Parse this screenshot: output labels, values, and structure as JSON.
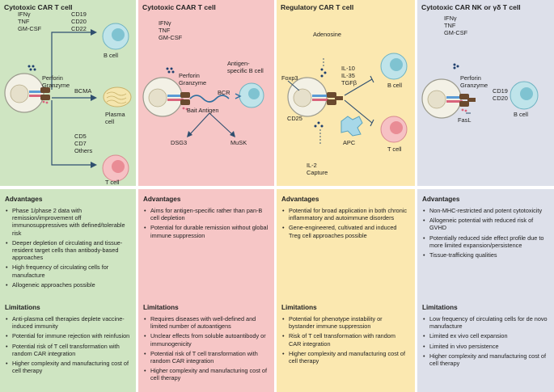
{
  "panels": [
    {
      "title": "Cytotoxic CAR T cell",
      "labels": {
        "cytokines": [
          "IFNγ",
          "TNF",
          "GM-CSF"
        ],
        "perforin": [
          "Perforin",
          "Granzyme"
        ],
        "targets_b": [
          "CD19",
          "CD20",
          "CD22"
        ],
        "b_cell": "B cell",
        "bcma": "BCMA",
        "plasma_cell": [
          "Plasma",
          "cell"
        ],
        "targets_t": [
          "CD5",
          "CD7",
          "Others"
        ],
        "t_cell": "T cell"
      },
      "advantages_heading": "Advantages",
      "advantages": [
        "Phase 1/phase 2 data with remission/improvement off immunosuppressives with defined/tolerable risk",
        "Deeper depletion of circulating and tissue-resident target cells than antibody-based approaches",
        "High frequency of circulating cells for manufacture",
        "Allogeneic approaches possible"
      ],
      "limitations_heading": "Limitations",
      "limitations": [
        "Anti-plasma cell therapies deplete vaccine-induced immunity",
        "Potential for immune rejection with reinfusion",
        "Potential risk of T cell transformation with random CAR integration",
        "Higher complexity and manufacturing cost of cell therapy"
      ]
    },
    {
      "title": "Cytotoxic CAAR T cell",
      "labels": {
        "cytokines": [
          "IFNγ",
          "TNF",
          "GM-CSF"
        ],
        "perforin": [
          "Perforin",
          "Granzyme"
        ],
        "antigen_b": [
          "Antigen-",
          "specific B cell"
        ],
        "bcr": "BCR",
        "bait": "Bait Antigen",
        "dsg3": "DSG3",
        "musk": "MuSK"
      },
      "advantages_heading": "Advantages",
      "advantages": [
        "Aims for antigen-specific rather than pan-B cell depletion",
        "Potential for durable remission without global immune suppression"
      ],
      "limitations_heading": "Limitations",
      "limitations": [
        "Requires diseases with well-defined and limited number of autoantigens",
        "Unclear effects from soluble autoantibody or immunogenicity",
        "Potential risk of T cell transformation with random CAR integration",
        "Higher complexity and manufacturing cost of cell therapy"
      ]
    },
    {
      "title": "Regulatory CAR T cell",
      "labels": {
        "adenosine": "Adenosine",
        "foxp3": "Foxp3",
        "il": [
          "IL-10",
          "IL-35",
          "TGFβ"
        ],
        "b_cell": "B cell",
        "cd25": "CD25",
        "apc": "APC",
        "il2": [
          "IL-2",
          "Capture"
        ],
        "t_cell": "T cell"
      },
      "advantages_heading": "Advantages",
      "advantages": [
        "Potential for broad application in both chronic inflammatory and autoimmune disorders",
        "Gene-engineered, cultivated and induced Treg cell approaches possible"
      ],
      "limitations_heading": "Limitations",
      "limitations": [
        "Potential for phenotype instability or bystander immune suppression",
        "Risk of T cell transformation with random CAR integration",
        "Higher complexity and manufacturing cost of cell therapy"
      ]
    },
    {
      "title": "Cytotoxic CAR NK or γδ T cell",
      "labels": {
        "cytokines": [
          "IFNγ",
          "TNF",
          "GM-CSF"
        ],
        "perforin": [
          "Perforin",
          "Granzyme"
        ],
        "targets": [
          "CD19",
          "CD20"
        ],
        "b_cell": "B cell",
        "fasl": "FasL"
      },
      "advantages_heading": "Advantages",
      "advantages": [
        "Non-MHC-restricted and potent cytotoxicity",
        "Allogeneic potential with reduced risk of GVHD",
        "Potentially reduced side effect profile due to more limited expansion/persistence",
        "Tissue-trafficking qualities"
      ],
      "limitations_heading": "Limitations",
      "limitations": [
        "Low frequency of circulating cells for de novo manufacture",
        "Limited ex vivo cell expansion",
        "Limited in vivo persistence",
        "Higher complexity and manufacturing cost of cell therapy"
      ]
    }
  ]
}
